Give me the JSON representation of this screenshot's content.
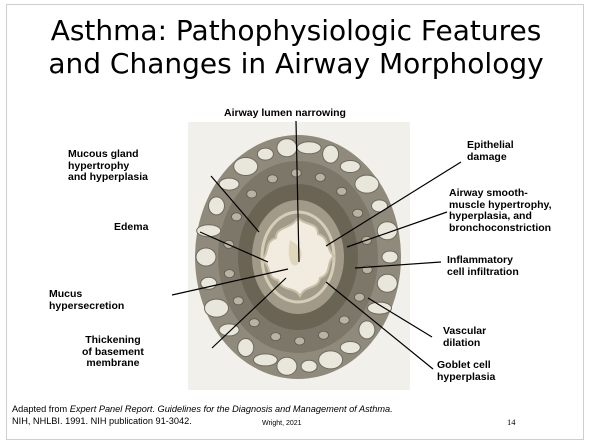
{
  "title": {
    "line1": "Asthma: Pathophysiologic Features",
    "line2": "and Changes in Airway Morphology"
  },
  "labels": {
    "lumen": "Airway lumen narrowing",
    "mucous_gland": "Mucous gland\nhypertrophy\nand hyperplasia",
    "edema": "Edema",
    "mucus": "Mucus\nhypersecretion",
    "basement": "Thickening\nof basement\nmembrane",
    "epithelial": "Epithelial\ndamage",
    "smooth_muscle": "Airway smooth-\nmuscle hypertrophy,\nhyperplasia, and\nbronchoconstriction",
    "inflammatory": "Inflammatory\ncell infiltration",
    "vascular": "Vascular\ndilation",
    "goblet": "Goblet cell\nhyperplasia"
  },
  "footer": {
    "prefix": "Adapted from ",
    "italic": "Expert Panel Report. Guidelines for the Diagnosis and Management of Asthma.",
    "line2": "NIH, NHLBI. 1991. NIH publication 91-3042."
  },
  "credit": "Wright, 2021",
  "page_number": "14",
  "colors": {
    "outer_tissue": "#8f8a7c",
    "cells": "#e9e6dc",
    "muscle_ring": "#6a6454",
    "inner_ring": "#a29a88",
    "lumen": "#f1ecdf",
    "leader_line": "#000000"
  }
}
